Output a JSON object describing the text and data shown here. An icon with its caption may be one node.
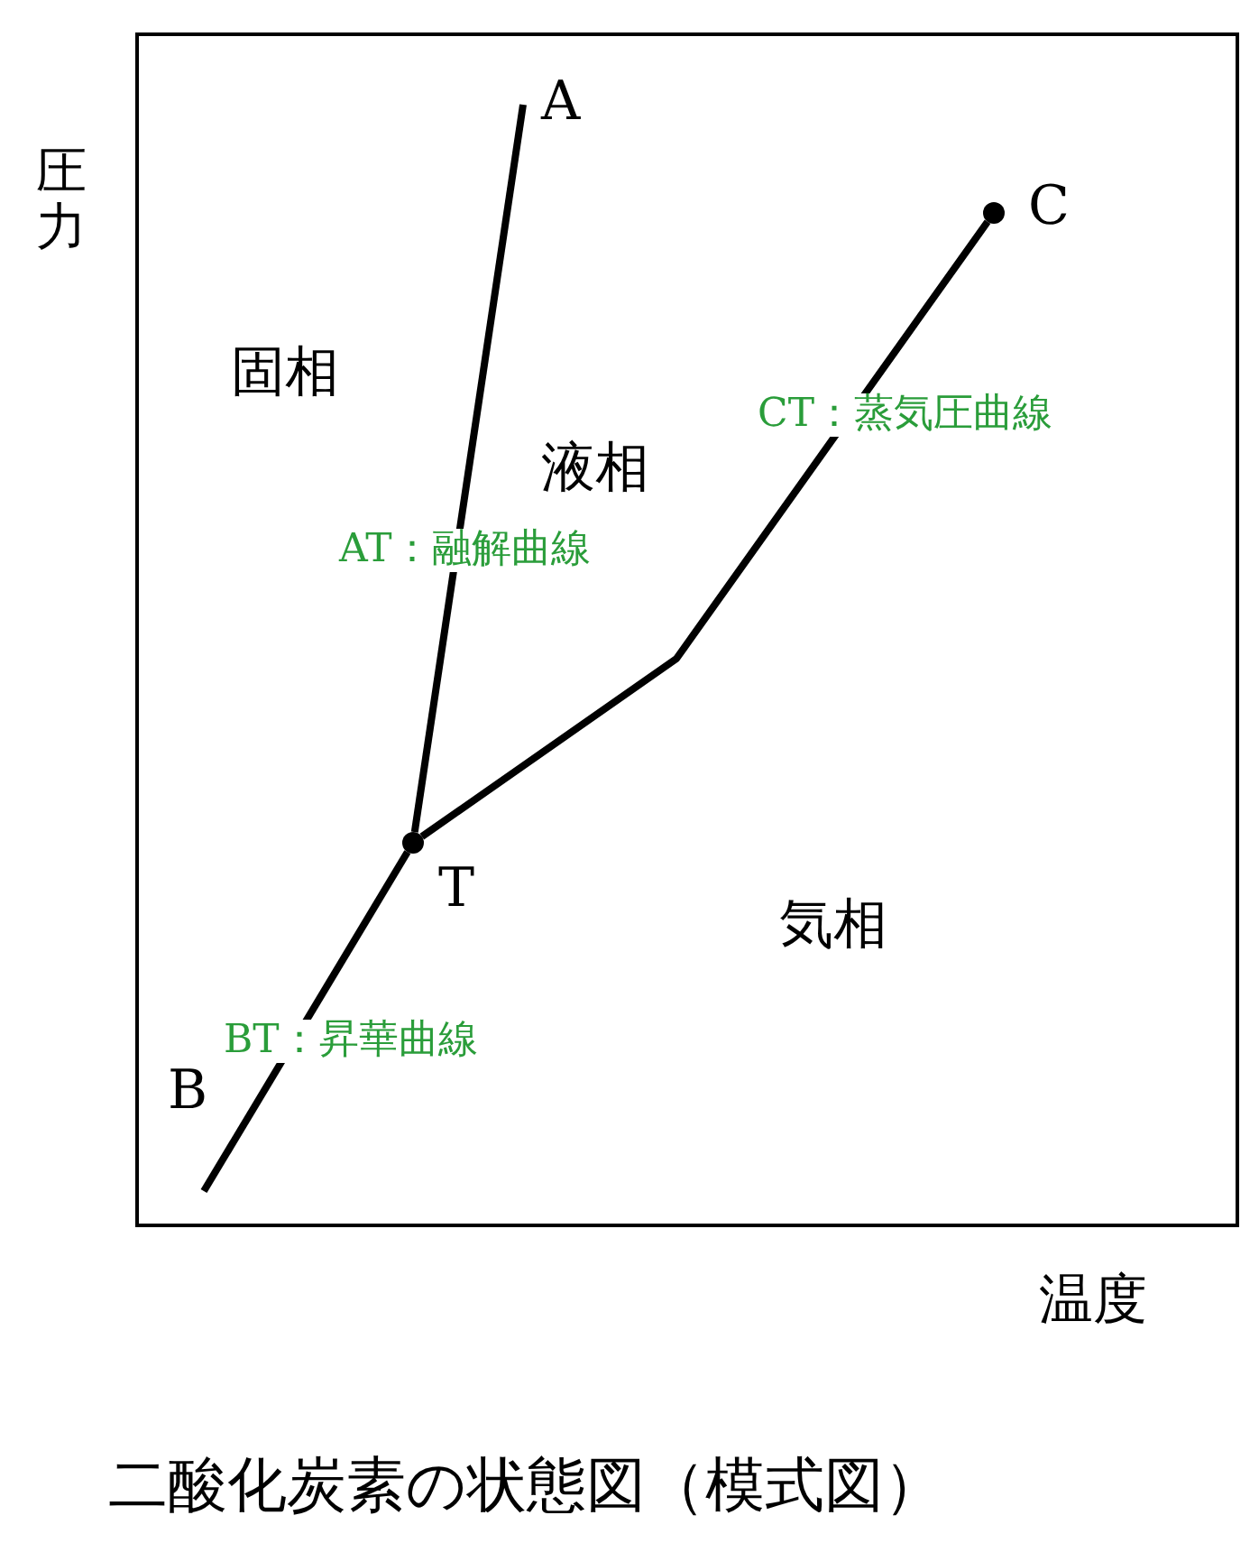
{
  "diagram": {
    "caption": "二酸化炭素の状態図（模式図）",
    "nodes": [
      {
        "text": [],
        "shape": "circle",
        "beside": [
          "T"
        ]
      },
      {
        "text": [],
        "shape": "circle",
        "beside": [
          "C"
        ]
      }
    ],
    "edges": [
      {
        "from": null,
        "to": 0,
        "arrow": "none"
      },
      {
        "from": 0,
        "to": 1,
        "arrow": "none"
      },
      {
        "from": null,
        "to": 0,
        "arrow": "none"
      }
    ],
    "labels": [
      "圧力",
      "A",
      "固相",
      "CT：蒸気圧曲線",
      "液相",
      "AT：融解曲線",
      "気相",
      "BT：昇華曲線",
      "B",
      "温度"
    ]
  }
}
